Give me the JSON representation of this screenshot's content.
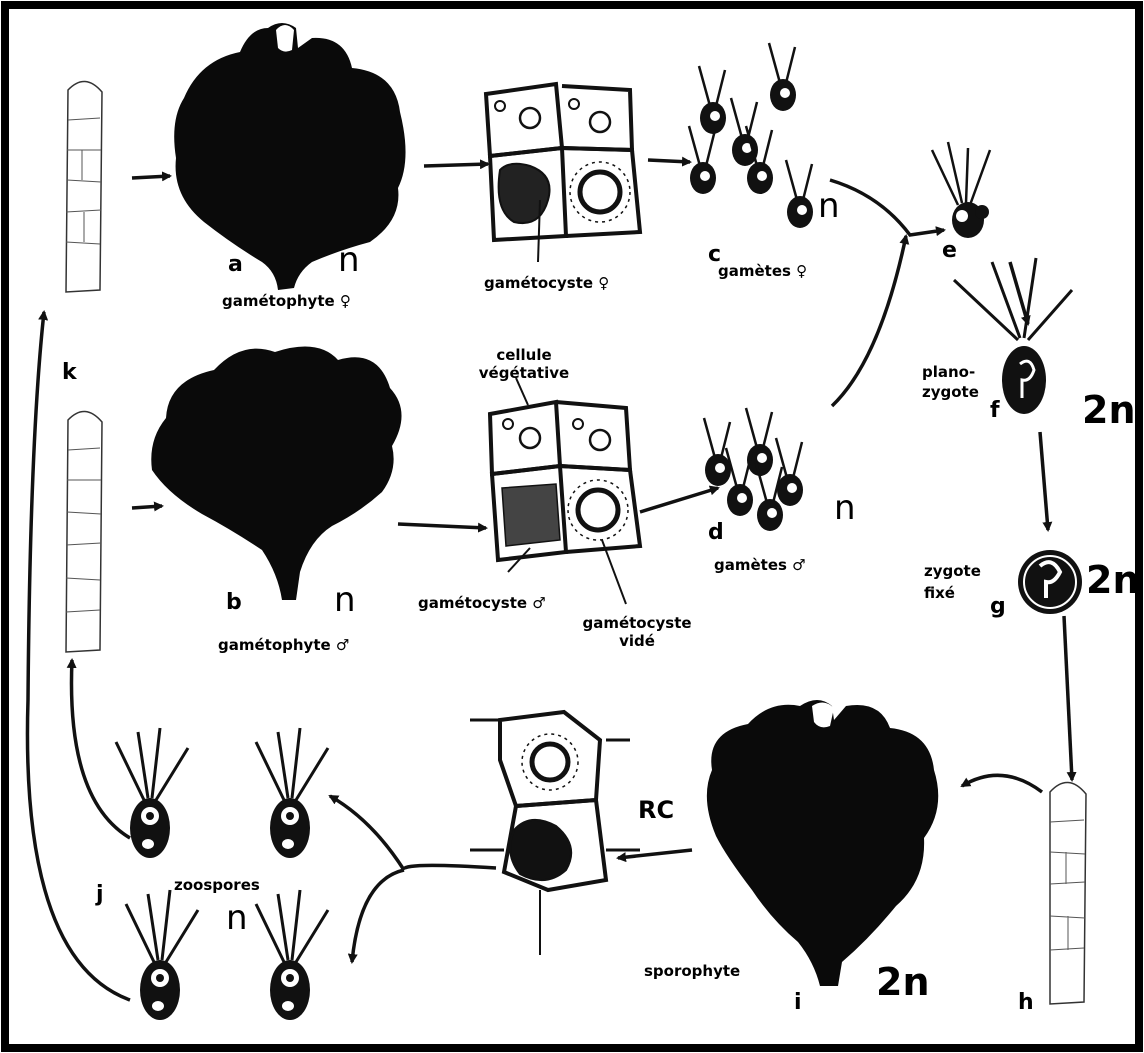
{
  "labels": {
    "a": "a",
    "b": "b",
    "c": "c",
    "d": "d",
    "e": "e",
    "f": "f",
    "g": "g",
    "h": "h",
    "i": "i",
    "j": "j",
    "k": "k",
    "rc": "RC"
  },
  "ploidy": {
    "gametophyte_female": "n",
    "gametes_female": "n",
    "gametophyte_male": "n",
    "gametes_male": "n",
    "zoospores": "n",
    "planozygote": "2n",
    "zygote": "2n",
    "sporophyte": "2n"
  },
  "captions": {
    "gametophyte_female": "gamétophyte ♀",
    "gametocyst_female": "gamétocyste ♀",
    "gametes_female": "gamètes ♀",
    "vegetative_cell_1": "cellule",
    "vegetative_cell_2": "végétative",
    "gametophyte_male": "gamétophyte ♂",
    "gametocyst_male": "gamétocyste ♂",
    "gametocyst_emptied_1": "gamétocyste",
    "gametocyst_emptied_2": "vidé",
    "gametes_male": "gamètes ♂",
    "planozygote_1": "plano-",
    "planozygote_2": "zygote",
    "zygote_fixed_1": "zygote",
    "zygote_fixed_2": "fixé",
    "zoospores": "zoospores",
    "sporophyte": "sporophyte"
  }
}
